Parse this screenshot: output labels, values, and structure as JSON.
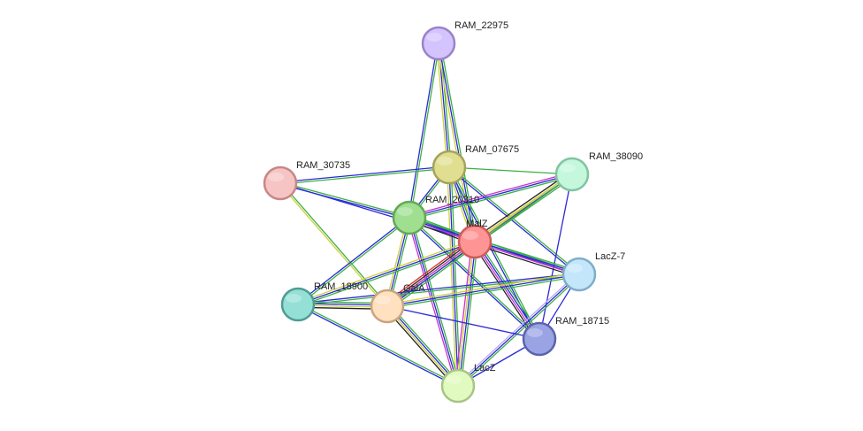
{
  "network": {
    "nodes": [
      {
        "id": "RAM_22975",
        "label": "RAM_22975",
        "color": "#d3c3ff",
        "stroke": "#9a82c9"
      },
      {
        "id": "RAM_07675",
        "label": "RAM_07675",
        "color": "#e0df91",
        "stroke": "#a5a35a"
      },
      {
        "id": "RAM_30735",
        "label": "RAM_30735",
        "color": "#f7c4c4",
        "stroke": "#c78787"
      },
      {
        "id": "RAM_38090",
        "label": "RAM_38090",
        "color": "#c4f7dc",
        "stroke": "#82c4a1"
      },
      {
        "id": "RAM_20310",
        "label": "RAM_20310",
        "color": "#9fdf8f",
        "stroke": "#64a855"
      },
      {
        "id": "MalZ",
        "label": "MalZ",
        "color": "#ff9494",
        "stroke": "#d05a5a"
      },
      {
        "id": "LacZ-7",
        "label": "LacZ-7",
        "color": "#c4e6fa",
        "stroke": "#7fadc8"
      },
      {
        "id": "RAM_18900",
        "label": "RAM_18900",
        "color": "#94e0d7",
        "stroke": "#4e9c92"
      },
      {
        "id": "GalA",
        "label": "GalA",
        "color": "#ffe0bf",
        "stroke": "#c9a57e"
      },
      {
        "id": "RAM_18715",
        "label": "RAM_18715",
        "color": "#9aa3e3",
        "stroke": "#5b64ab"
      },
      {
        "id": "LacZ",
        "label": "LacZ",
        "color": "#e1fabf",
        "stroke": "#a8c487"
      }
    ],
    "edge_colors": {
      "green": "#3cb043",
      "blue": "#2a2ad6",
      "yellow": "#cfcf3a",
      "magenta": "#cc33cc",
      "black": "#222222",
      "lavender": "#b8a9f0",
      "red": "#e03030"
    },
    "edges": [
      {
        "source": "RAM_22975",
        "target": "RAM_07675",
        "types": [
          "green",
          "blue",
          "yellow"
        ]
      },
      {
        "source": "RAM_22975",
        "target": "RAM_20310",
        "types": [
          "green",
          "blue"
        ]
      },
      {
        "source": "RAM_22975",
        "target": "MalZ",
        "types": [
          "green",
          "blue",
          "yellow"
        ]
      },
      {
        "source": "RAM_07675",
        "target": "RAM_30735",
        "types": [
          "green",
          "blue"
        ]
      },
      {
        "source": "RAM_07675",
        "target": "RAM_38090",
        "types": [
          "green"
        ]
      },
      {
        "source": "RAM_07675",
        "target": "RAM_20310",
        "types": [
          "green",
          "blue"
        ]
      },
      {
        "source": "RAM_07675",
        "target": "MalZ",
        "types": [
          "green",
          "blue",
          "yellow"
        ]
      },
      {
        "source": "RAM_07675",
        "target": "LacZ-7",
        "types": [
          "green",
          "blue"
        ]
      },
      {
        "source": "RAM_07675",
        "target": "RAM_18715",
        "types": [
          "green",
          "blue"
        ]
      },
      {
        "source": "RAM_07675",
        "target": "LacZ",
        "types": [
          "green",
          "blue",
          "yellow"
        ]
      },
      {
        "source": "RAM_30735",
        "target": "RAM_20310",
        "types": [
          "green",
          "blue"
        ]
      },
      {
        "source": "RAM_30735",
        "target": "MalZ",
        "types": [
          "blue"
        ]
      },
      {
        "source": "RAM_30735",
        "target": "GalA",
        "types": [
          "green",
          "yellow"
        ]
      },
      {
        "source": "RAM_38090",
        "target": "RAM_20310",
        "types": [
          "green",
          "blue",
          "magenta"
        ]
      },
      {
        "source": "RAM_38090",
        "target": "MalZ",
        "types": [
          "green",
          "blue",
          "yellow",
          "black"
        ]
      },
      {
        "source": "RAM_38090",
        "target": "GalA",
        "types": [
          "green",
          "yellow"
        ]
      },
      {
        "source": "RAM_38090",
        "target": "RAM_18715",
        "types": [
          "blue"
        ]
      },
      {
        "source": "RAM_20310",
        "target": "MalZ",
        "types": [
          "green",
          "blue",
          "magenta",
          "black"
        ]
      },
      {
        "source": "RAM_20310",
        "target": "LacZ-7",
        "types": [
          "green",
          "blue"
        ]
      },
      {
        "source": "RAM_20310",
        "target": "RAM_18900",
        "types": [
          "green",
          "blue"
        ]
      },
      {
        "source": "RAM_20310",
        "target": "GalA",
        "types": [
          "green",
          "blue",
          "yellow"
        ]
      },
      {
        "source": "RAM_20310",
        "target": "RAM_18715",
        "types": [
          "green",
          "blue"
        ]
      },
      {
        "source": "RAM_20310",
        "target": "LacZ",
        "types": [
          "green",
          "blue",
          "magenta"
        ]
      },
      {
        "source": "MalZ",
        "target": "LacZ-7",
        "types": [
          "green",
          "blue",
          "magenta",
          "black"
        ]
      },
      {
        "source": "MalZ",
        "target": "RAM_18900",
        "types": [
          "green",
          "blue",
          "yellow"
        ]
      },
      {
        "source": "MalZ",
        "target": "GalA",
        "types": [
          "green",
          "blue",
          "magenta",
          "black",
          "red"
        ]
      },
      {
        "source": "MalZ",
        "target": "RAM_18715",
        "types": [
          "green",
          "blue",
          "magenta",
          "black"
        ]
      },
      {
        "source": "MalZ",
        "target": "LacZ",
        "types": [
          "green",
          "blue",
          "yellow",
          "magenta"
        ]
      },
      {
        "source": "LacZ-7",
        "target": "RAM_18900",
        "types": [
          "green",
          "blue"
        ]
      },
      {
        "source": "LacZ-7",
        "target": "GalA",
        "types": [
          "green",
          "blue",
          "yellow"
        ]
      },
      {
        "source": "LacZ-7",
        "target": "RAM_18715",
        "types": [
          "blue"
        ]
      },
      {
        "source": "LacZ-7",
        "target": "LacZ",
        "types": [
          "green",
          "blue",
          "lavender"
        ]
      },
      {
        "source": "RAM_18900",
        "target": "GalA",
        "types": [
          "green",
          "blue",
          "yellow",
          "black"
        ]
      },
      {
        "source": "RAM_18900",
        "target": "LacZ",
        "types": [
          "green",
          "blue"
        ]
      },
      {
        "source": "GalA",
        "target": "LacZ",
        "types": [
          "green",
          "blue",
          "yellow",
          "black"
        ]
      },
      {
        "source": "GalA",
        "target": "RAM_18715",
        "types": [
          "blue"
        ]
      },
      {
        "source": "RAM_18715",
        "target": "LacZ",
        "types": [
          "blue"
        ]
      }
    ]
  }
}
